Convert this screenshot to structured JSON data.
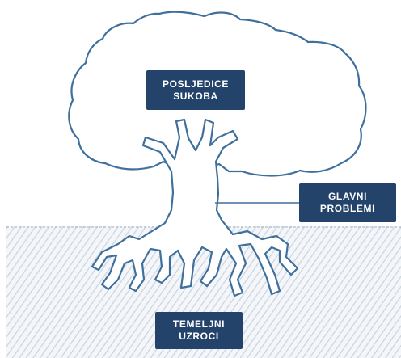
{
  "diagram": {
    "consequences": {
      "line1": "POSLJEDICE",
      "line2": "SUKOBA"
    },
    "problems": {
      "line1": "GLAVNI",
      "line2": "PROBLEMI"
    },
    "causes": {
      "line1": "TEMELJNI",
      "line2": "UZROCI"
    }
  },
  "colors": {
    "label_fill": "#23436b",
    "outline": "#3f6f9b",
    "hatch": "#c9d3de",
    "ground": "#f2f5f8"
  }
}
